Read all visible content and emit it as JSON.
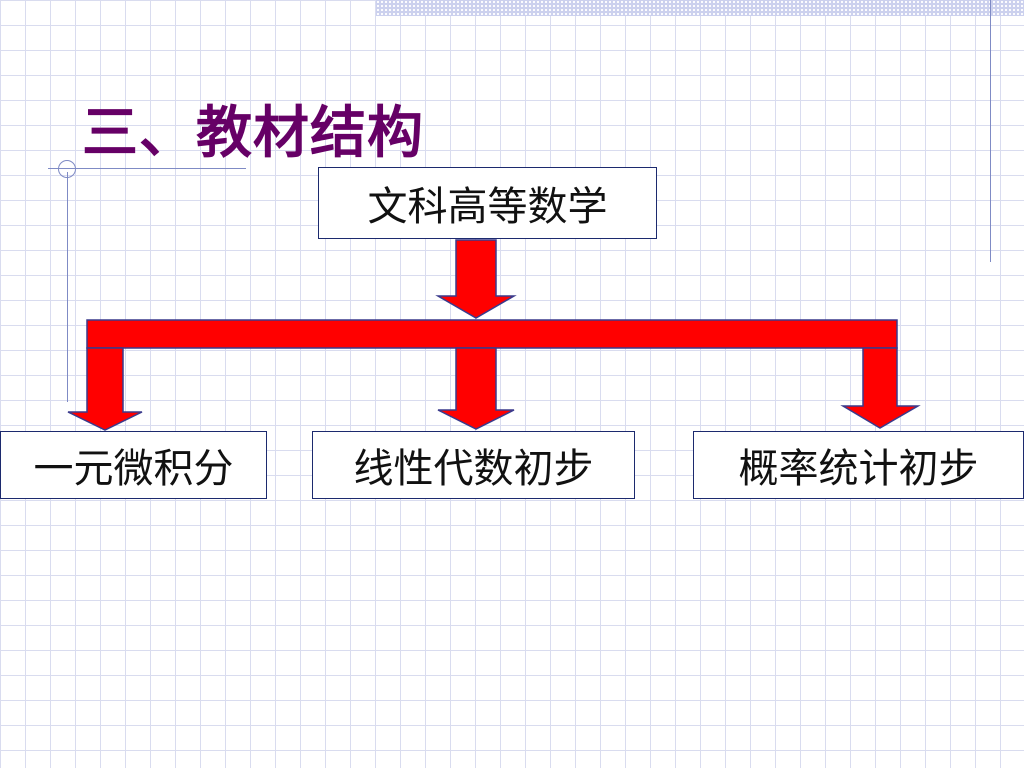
{
  "slide": {
    "title": "三、教材结构"
  },
  "diagram": {
    "root": {
      "label": "文科高等数学"
    },
    "children": [
      {
        "label": "一元微积分"
      },
      {
        "label": "线性代数初步"
      },
      {
        "label": "概率统计初步"
      }
    ]
  },
  "colors": {
    "title": "#660066",
    "arrow_fill": "#ff0000",
    "arrow_stroke": "#3a3a8c",
    "box_border": "#1c2a6e",
    "grid": "#d9dcef"
  }
}
